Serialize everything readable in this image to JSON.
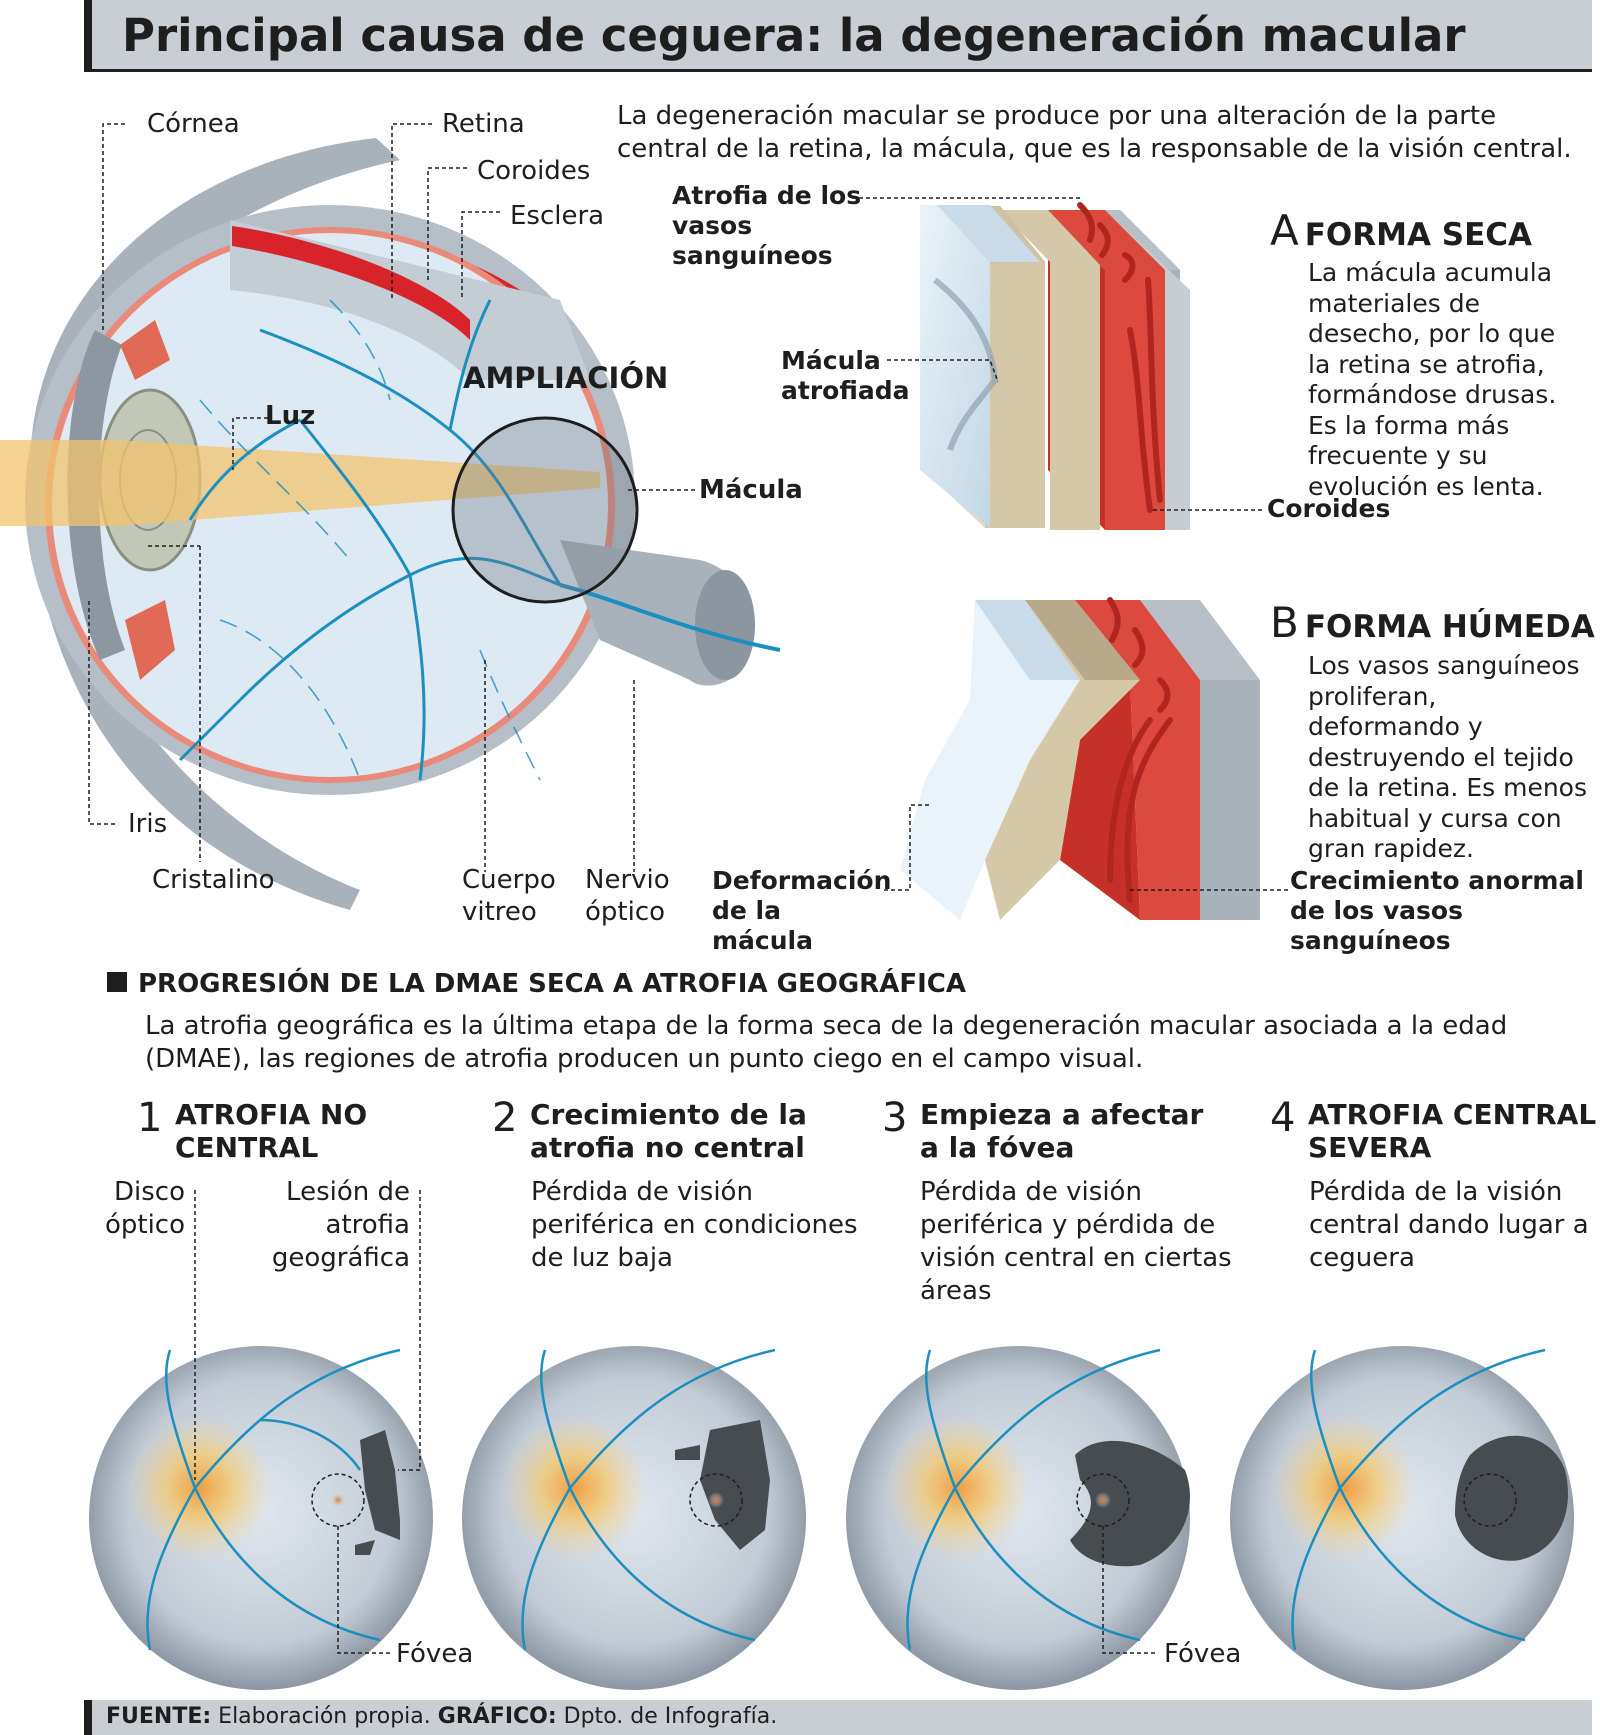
{
  "title": "Principal causa de ceguera: la degeneración macular",
  "intro": "La degeneración macular se produce por una alteración de la parte central de la retina, la mácula, que es la responsable de la visión central.",
  "eye_labels": {
    "cornea": "Córnea",
    "retina": "Retina",
    "coroides": "Coroides",
    "esclera": "Esclera",
    "ampliacion": "AMPLIACIÓN",
    "luz": "Luz",
    "macula": "Mácula",
    "iris": "Iris",
    "cristalino": "Cristalino",
    "cuerpo_vitreo": "Cuerpo vitreo",
    "nervio_optico": "Nervio óptico"
  },
  "forms": [
    {
      "letter": "A",
      "title": "FORMA SECA",
      "description": "La mácula acumula materiales de desecho, por lo que la retina se atrofia, formándose drusas. Es la forma más frecuente y su evolución es lenta.",
      "labels": {
        "vasos": "Atrofia de los vasos sanguíneos",
        "macula": "Mácula atrofiada",
        "coroides": "Coroides"
      }
    },
    {
      "letter": "B",
      "title": "FORMA HÚMEDA",
      "description": "Los vasos sanguíneos proliferan, deformando y destruyendo el tejido de la retina. Es menos habitual y cursa con gran rapidez.",
      "labels": {
        "deformacion": "Deformación de la mácula",
        "crecimiento": "Crecimiento anormal de los vasos sanguíneos"
      }
    }
  ],
  "progression": {
    "heading": "PROGRESIÓN DE LA DMAE SECA A ATROFIA GEOGRÁFICA",
    "text": "La atrofia geográfica es la última etapa de la forma seca de la degeneración macular asociada a la edad (DMAE), las regiones de atrofia producen un punto ciego en el campo visual.",
    "steps": [
      {
        "num": "1",
        "title": "ATROFIA NO CENTRAL",
        "description": ""
      },
      {
        "num": "2",
        "title": "Crecimiento de la atrofia no central",
        "description": "Pérdida de visión periférica en condiciones de luz baja"
      },
      {
        "num": "3",
        "title": "Empieza a afectar a la fóvea",
        "description": "Pérdida de visión periférica y pérdida de visión central en ciertas áreas"
      },
      {
        "num": "4",
        "title": "ATROFIA CENTRAL SEVERA",
        "description": "Pérdida de la visión central dando lugar a ceguera"
      }
    ],
    "labels": {
      "disco": "Disco óptico",
      "lesion": "Lesión de atrofia geográfica",
      "fovea": "Fóvea"
    }
  },
  "footer": {
    "source_label": "FUENTE:",
    "source": "Elaboración propia.",
    "graphic_label": "GRÁFICO:",
    "graphic": "Dpto. de Infografía."
  },
  "colors": {
    "title_bg": "#c9ced4",
    "retina_red": "#d8232a",
    "vessel_blue": "#1b8fc0",
    "sclera_gray": "#a9b2bb",
    "light_beam": "#f2c46f",
    "atrophy_dark": "#474c51"
  }
}
